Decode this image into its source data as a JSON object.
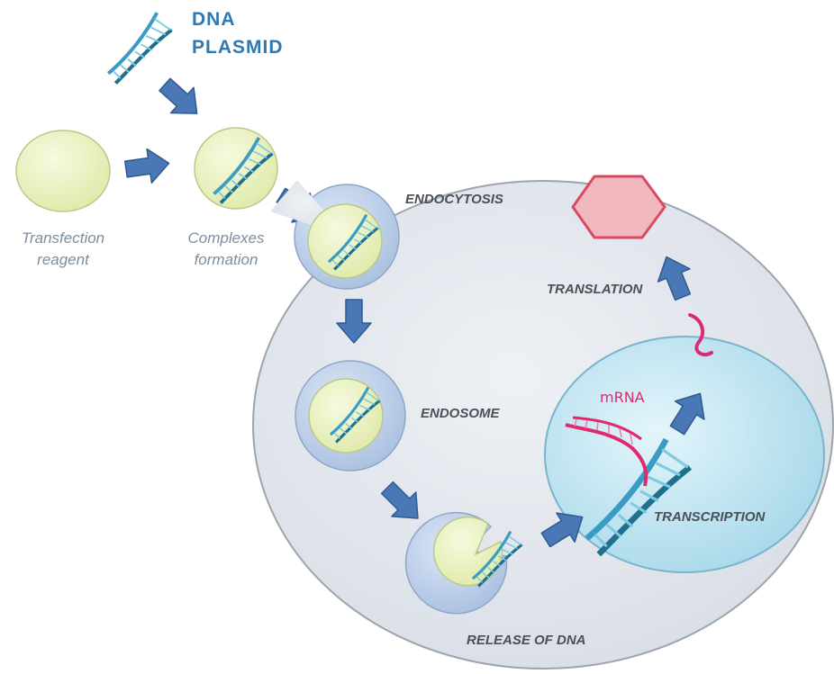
{
  "title": {
    "line1": "DNA",
    "line2": "PLASMID"
  },
  "captions": {
    "transfection_line1": "Transfection",
    "transfection_line2": "reagent",
    "complexes_line1": "Complexes",
    "complexes_line2": "formation"
  },
  "steps": {
    "endocytosis": "ENDOCYTOSIS",
    "endosome": "ENDOSOME",
    "release": "RELEASE OF DNA",
    "transcription": "TRANSCRIPTION",
    "translation": "TRANSLATION"
  },
  "mrna_label": "mRNA",
  "colors": {
    "title": "#2f78b0",
    "arrow": "#4a78b6",
    "particle": "#eaf2c4",
    "cell": "#e4e8ee",
    "nucleus": "#bfe4f0",
    "mrna": "#e02a6e",
    "protein": "#f2b8bf"
  }
}
